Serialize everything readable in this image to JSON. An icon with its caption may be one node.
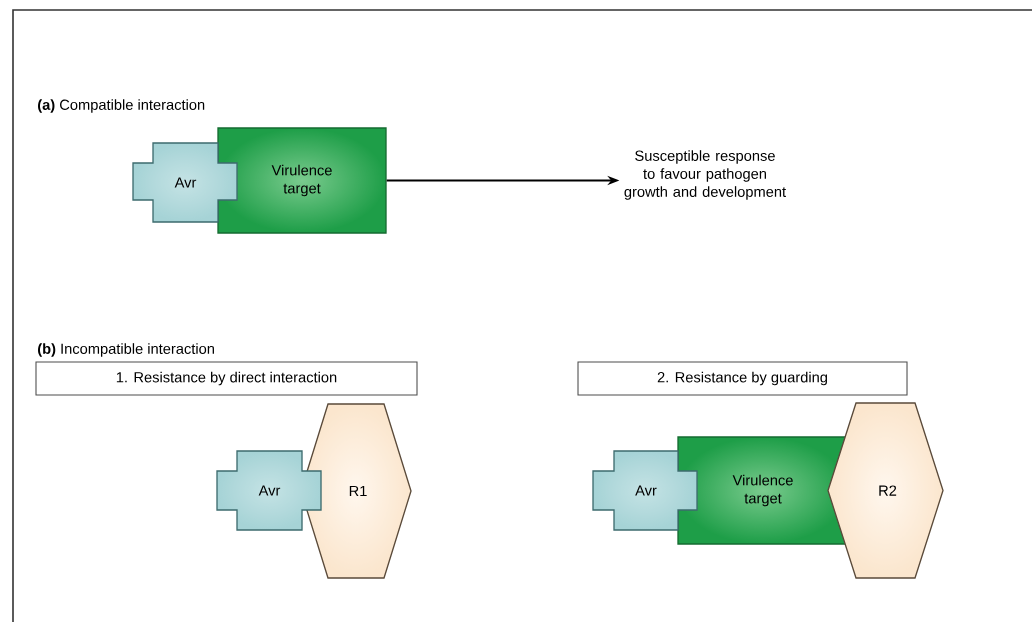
{
  "diagram": {
    "nodes": [
      {
        "text": [
          "Avr"
        ]
      },
      {
        "text": [
          "Virulence target"
        ]
      },
      {
        "text": [
          "Susceptible response to favour pathogen growth and development"
        ]
      },
      {
        "text": [
          "1. Resistance by direct interaction"
        ]
      },
      {
        "text": [
          "Avr"
        ]
      },
      {
        "text": [
          "R1"
        ]
      },
      {
        "text": [
          "2. Resistance by guarding"
        ]
      },
      {
        "text": [
          "Avr"
        ]
      },
      {
        "text": [
          "Virulence target"
        ]
      },
      {
        "text": [
          "R2"
        ]
      }
    ],
    "edges": [
      {
        "from": 1,
        "to": 2,
        "arrow": "to"
      }
    ],
    "labels": [
      "**(a)** Compatible interaction",
      "**(b)** Incompatible interaction"
    ]
  }
}
